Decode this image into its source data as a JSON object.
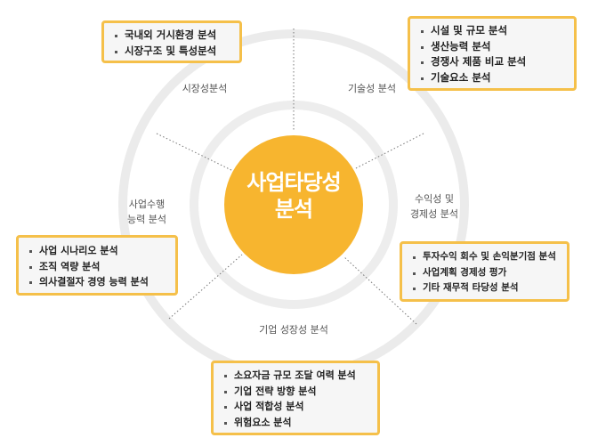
{
  "center": {
    "line1": "사업타당성",
    "line2": "분석"
  },
  "sections": {
    "market": {
      "label": "시장성분석",
      "items": [
        "국내외 거시환경 분석",
        "시장구조 및 특성분석"
      ]
    },
    "technology": {
      "label": "기술성 분석",
      "items": [
        "시설 및 규모 분석",
        "생산능력 분석",
        "경쟁사 제품 비교 분석",
        "기술요소 분석"
      ]
    },
    "profitability": {
      "label_line1": "수익성 및",
      "label_line2": "경제성 분석",
      "items": [
        "투자수익 회수 및 손익분기점 분석",
        "사업계획 경제성 평가",
        "기타 재무적 타당성 분석"
      ]
    },
    "growth": {
      "label": "기업 성장성 분석",
      "items": [
        "소요자금 규모 조달 여력 분석",
        "기업 전략 방향 분석",
        "사업 적합성 분석",
        "위험요소 분석"
      ]
    },
    "execution": {
      "label_line1": "사업수행",
      "label_line2": "능력 분석",
      "items": [
        "사업 시나리오 분석",
        "조직 역량 분석",
        "의사결절자 경영 능력 분석"
      ]
    }
  },
  "colors": {
    "accent": "#f5c04a",
    "center_fill": "#f7b52f",
    "ring": "#ececec"
  }
}
